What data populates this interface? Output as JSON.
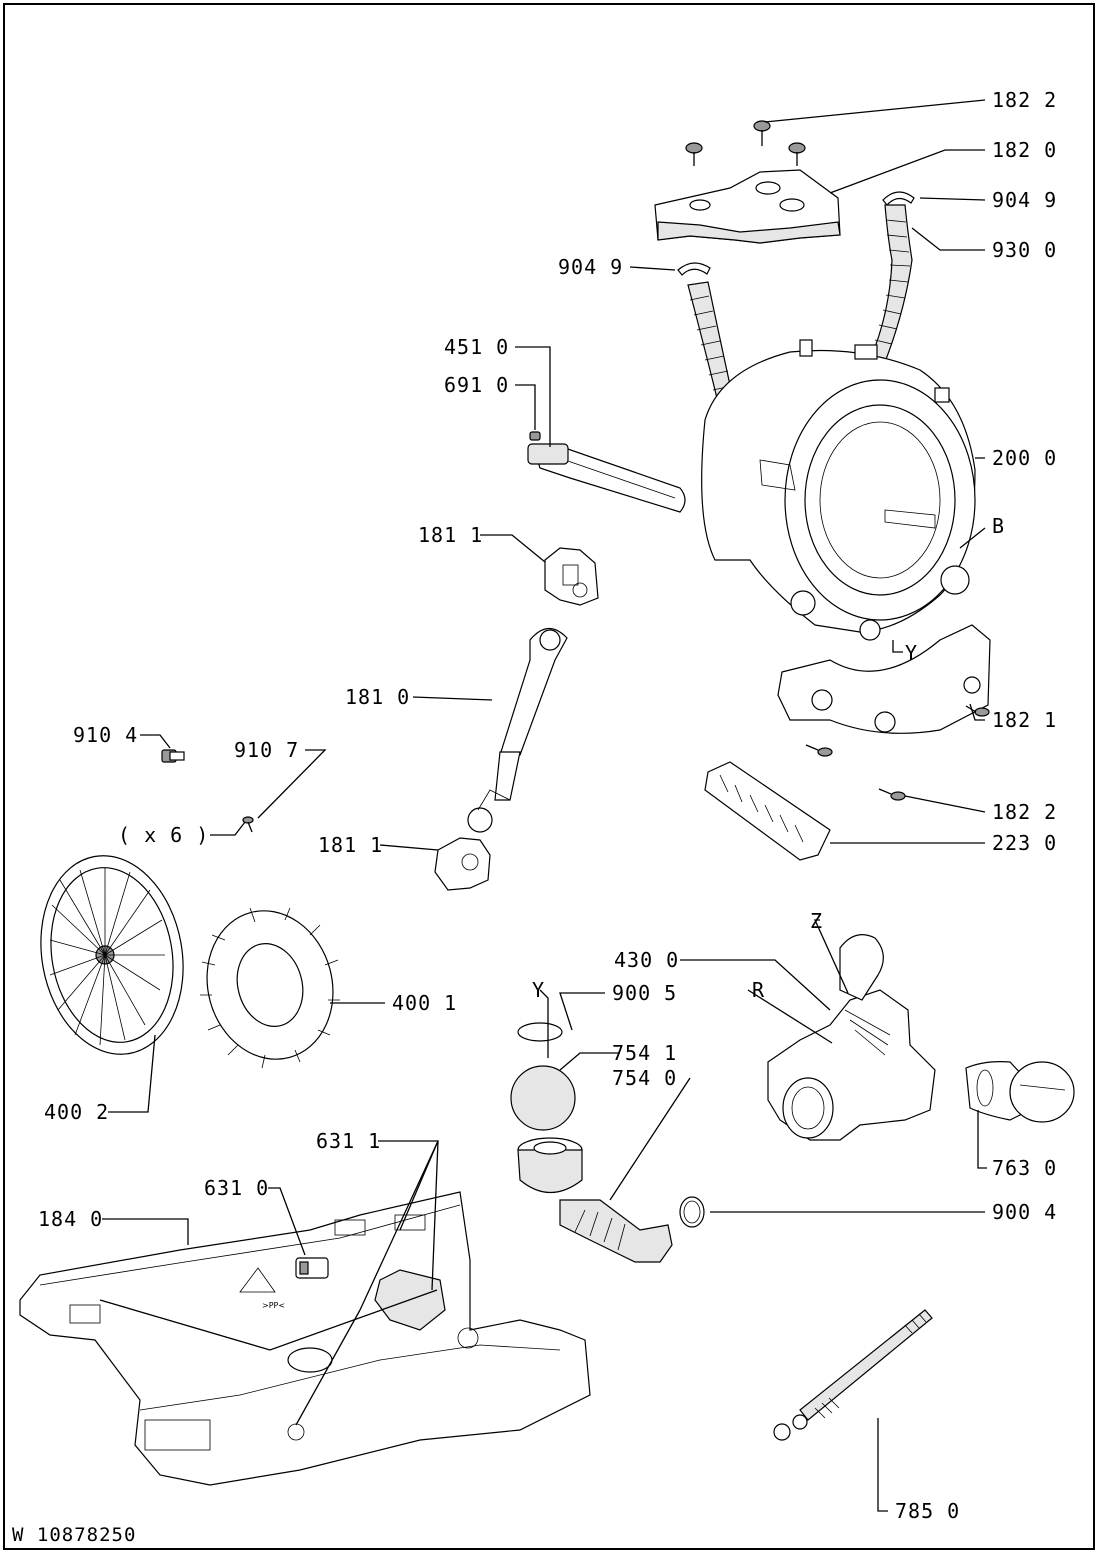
{
  "drawing_number": "W 10878250",
  "callouts": {
    "c1822_top": "182 2",
    "c1820": "182 0",
    "c9049_r": "904 9",
    "c9300": "930 0",
    "c9049_l": "904 9",
    "c4510": "451 0",
    "c6910": "691 0",
    "c2000": "200 0",
    "cB": "B",
    "c1811_top": "181 1",
    "cY_tub": "Y",
    "c1810": "181 0",
    "c1821": "182 1",
    "c9104": "910 4",
    "c9107": "910 7",
    "cx6": "( x 6 )",
    "c1822_bot": "182 2",
    "c2230": "223 0",
    "c1811_bot": "181 1",
    "cZ": "Z",
    "c4300": "430 0",
    "cR": "R",
    "cY_pump": "Y",
    "c9005": "900 5",
    "c4001": "400 1",
    "c7541": "754 1",
    "c7540": "754 0",
    "c4002": "400 2",
    "c7630": "763 0",
    "c6311": "631 1",
    "c6310": "631 0",
    "c1840": "184 0",
    "c9004": "900 4",
    "c7850": "785 0"
  }
}
